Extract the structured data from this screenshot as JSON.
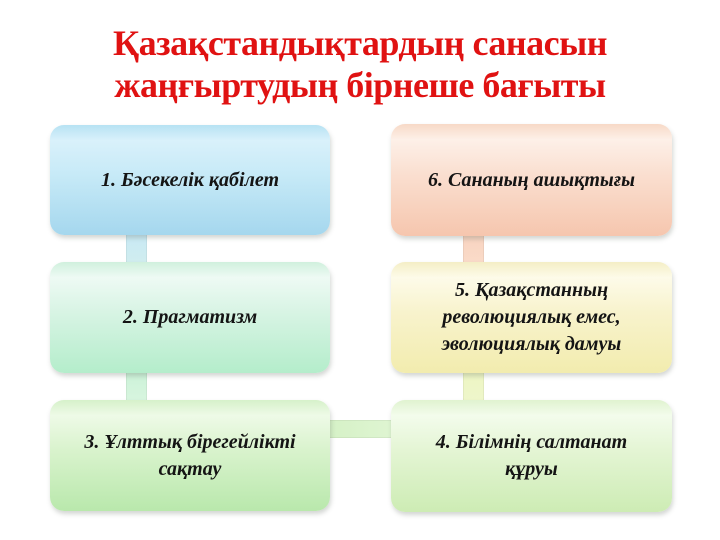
{
  "slide": {
    "title": "Қазақстандықтардың санасын\nжаңғыртудың бірнеше бағыты",
    "title_color": "#e01212",
    "background_color": "#ffffff"
  },
  "diagram": {
    "type": "snake-process-flow",
    "flow_order": [
      1,
      2,
      3,
      4,
      5,
      6
    ],
    "boxes": [
      {
        "id": 1,
        "label": "1. Бәсекелік қабілет",
        "color": "#a5d7ee",
        "column": "left",
        "row": 1
      },
      {
        "id": 2,
        "label": "2. Прагматизм",
        "color": "#b4edcb",
        "column": "left",
        "row": 2
      },
      {
        "id": 3,
        "label": "3. Ұлттық бірегейлікті сақтау",
        "color": "#b9e8ac",
        "column": "left",
        "row": 3
      },
      {
        "id": 4,
        "label": "4. Білімнің салтанат құруы",
        "color": "#cdecb4",
        "column": "right",
        "row": 3
      },
      {
        "id": 5,
        "label": "5. Қазақстанның революциялық емес, эволюциялық дамуы",
        "color": "#f2ecae",
        "column": "right",
        "row": 2
      },
      {
        "id": 6,
        "label": "6. Сананың ашықтығы",
        "color": "#f6c6ae",
        "column": "right",
        "row": 1
      }
    ],
    "connectors": [
      {
        "from": 1,
        "to": 2,
        "orientation": "vertical"
      },
      {
        "from": 2,
        "to": 3,
        "orientation": "vertical"
      },
      {
        "from": 3,
        "to": 4,
        "orientation": "horizontal"
      },
      {
        "from": 5,
        "to": 4,
        "orientation": "vertical"
      },
      {
        "from": 6,
        "to": 5,
        "orientation": "vertical"
      }
    ]
  }
}
